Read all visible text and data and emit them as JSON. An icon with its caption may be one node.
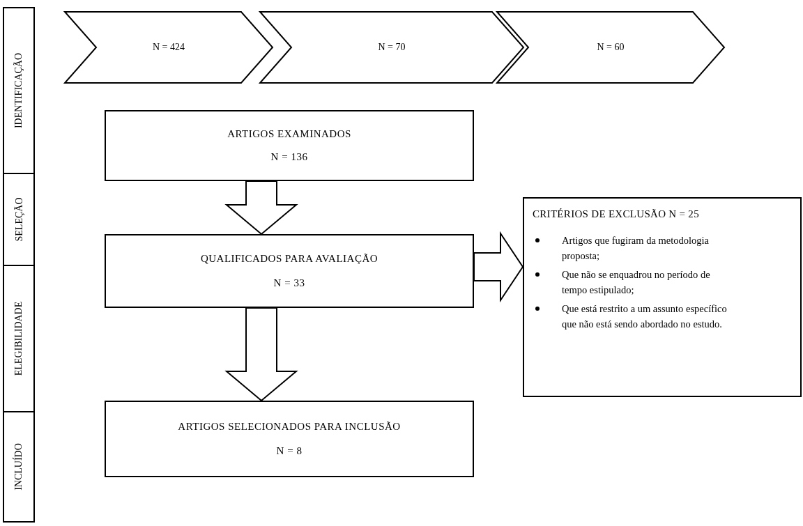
{
  "diagram": {
    "nodes": [
      {
        "text": [
          "IDENTIFICAÇÃO"
        ]
      },
      {
        "text": [
          "SELEÇÃO"
        ]
      },
      {
        "text": [
          "ELEGIBILIDADE"
        ]
      },
      {
        "text": [
          "INCLUÍDO"
        ]
      },
      {
        "text": [
          "N = 424"
        ]
      },
      {
        "text": [
          "N = 70"
        ]
      },
      {
        "text": [
          "N = 60"
        ]
      },
      {
        "text": [
          "ARTIGOS EXAMINADOS",
          "N = 136"
        ]
      },
      {
        "text": [
          "QUALIFICADOS PARA AVALIAÇÃO",
          "N = 33"
        ]
      },
      {
        "text": [
          "ARTIGOS SELECIONADOS PARA INCLUSÃO",
          "N = 8"
        ]
      },
      {
        "text": [
          "CRITÉRIOS DE EXCLUSÃO N = 25",
          "Artigos que fugiram da metodologia proposta;",
          "Que não se enquadrou no período de tempo estipulado;",
          "Que está restrito a um assunto específico que não está sendo abordado no estudo."
        ]
      }
    ],
    "edges": [
      {
        "from": 7,
        "to": 8,
        "arrow": "to"
      },
      {
        "from": 8,
        "to": 9,
        "arrow": "to"
      },
      {
        "from": 8,
        "to": 10,
        "arrow": "to"
      }
    ]
  }
}
